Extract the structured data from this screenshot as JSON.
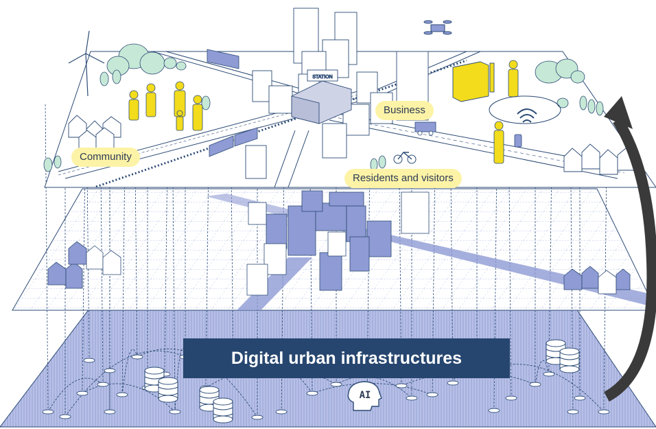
{
  "labels": {
    "community": "Community",
    "business": "Business",
    "residents": "Residents and visitors",
    "banner": "Digital urban infrastructures",
    "ai": "AI",
    "station_sign": "STATION"
  },
  "colors": {
    "line": "#2b4a75",
    "digital_layer": "#9aa6d6",
    "twin_blocks": "#8f9bd4",
    "tree_green": "#c6e8d6",
    "people_yellow": "#f2dc1c",
    "label_bg": "#fdf3a6",
    "banner_bg": "#26466f",
    "cycle_arrow": "#3a3a3a"
  },
  "icons": [
    "wind-turbine-icon",
    "drone-icon",
    "bicycle-icon",
    "truck-icon",
    "wifi-icon",
    "smartphone-icon",
    "database-icon",
    "ai-head-icon",
    "train-icon",
    "bus-icon"
  ]
}
